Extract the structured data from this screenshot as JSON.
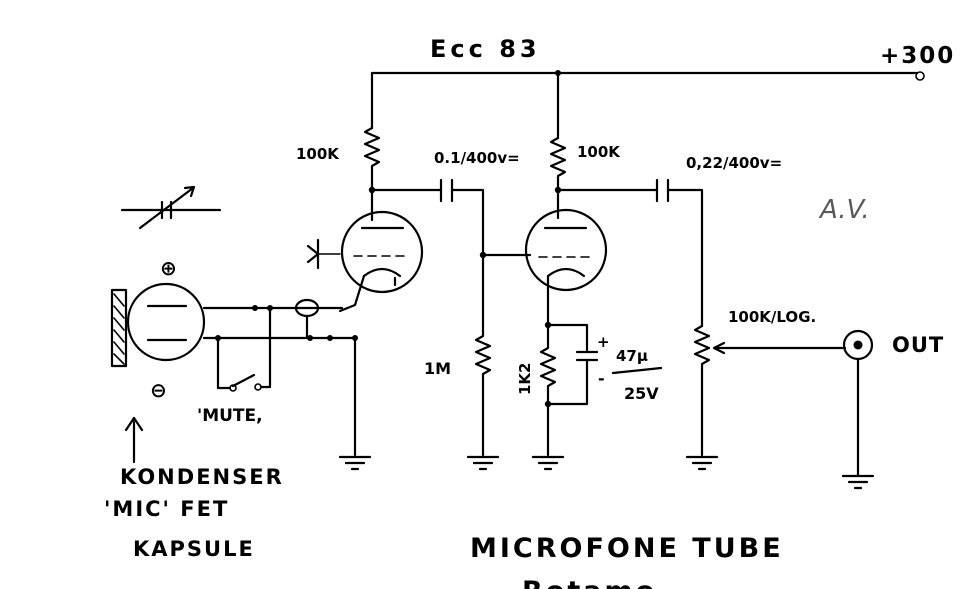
{
  "labels": {
    "tube": "Ecc 83",
    "supply": "+300",
    "r_plate1": "100K",
    "r_plate2": "100K",
    "c_couple1": "0.1/400v=",
    "c_couple2": "0,22/400v=",
    "initials": "A.V.",
    "pot": "100K/LOG.",
    "out": "OUT",
    "grid_resistor": "1M",
    "cathode_resistor": "1K2",
    "cap_value": "47µ",
    "cap_voltage": "25V",
    "plus_sign": "+",
    "minus_sign": "-",
    "mic_plus": "⊕",
    "mic_minus": "⊖",
    "mute": "'MUTE,",
    "caption_line1": "KONDENSER",
    "caption_line2": "'MIC' FET",
    "caption_line3": "KAPSULE",
    "title": "MICROFONE TUBE",
    "title_cut": "Rotamo"
  }
}
